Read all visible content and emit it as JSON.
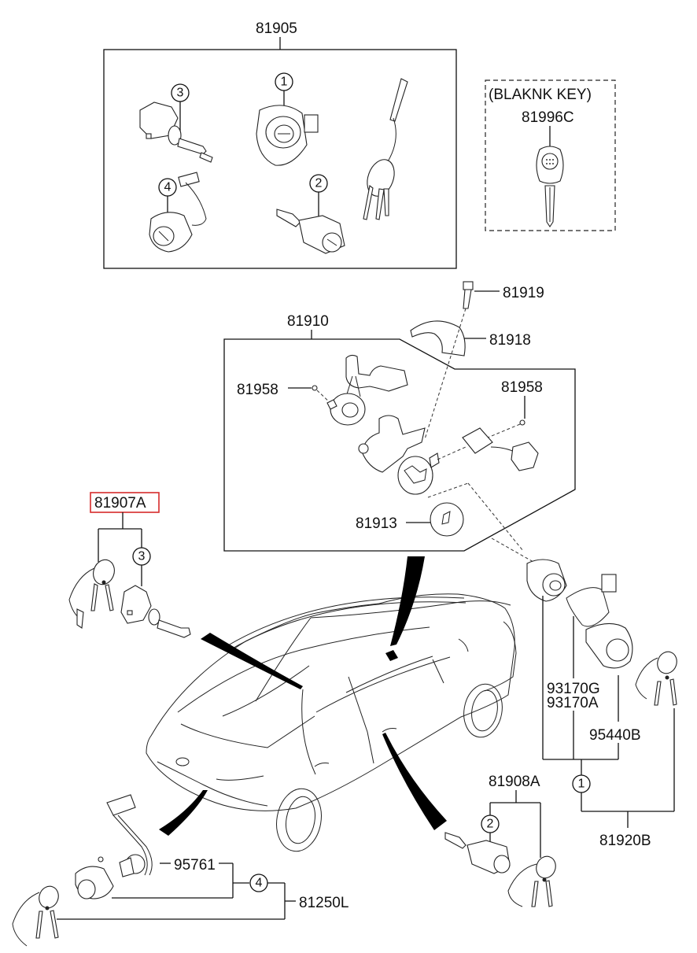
{
  "diagram": {
    "title": "Key & Lock Set Parts Diagram",
    "labels": {
      "kit_81905": "81905",
      "blank_key_caption": "(BLAKNK KEY)",
      "blank_key_part": "81996C",
      "ignition_81910": "81910",
      "bolt_81919": "81919",
      "cover_81918": "81918",
      "screw_left_81958": "81958",
      "screw_right_81958": "81958",
      "cap_81913": "81913",
      "trunk_set_81907A": "81907A",
      "immobilizer_93170G": "93170G",
      "immobilizer_93170A": "93170A",
      "antenna_95440B": "95440B",
      "ignition_set_81920B": "81920B",
      "door_set_81908A": "81908A",
      "connector_95761": "95761",
      "tailgate_set_81250L": "81250L"
    },
    "callouts": {
      "kit_1": "1",
      "kit_2": "2",
      "kit_3": "3",
      "kit_4": "4",
      "trunk_3": "3",
      "ign_1": "1",
      "door_2": "2",
      "tail_4": "4"
    },
    "highlighted_part": "81907A",
    "highlight_color": "#d62b2b"
  }
}
